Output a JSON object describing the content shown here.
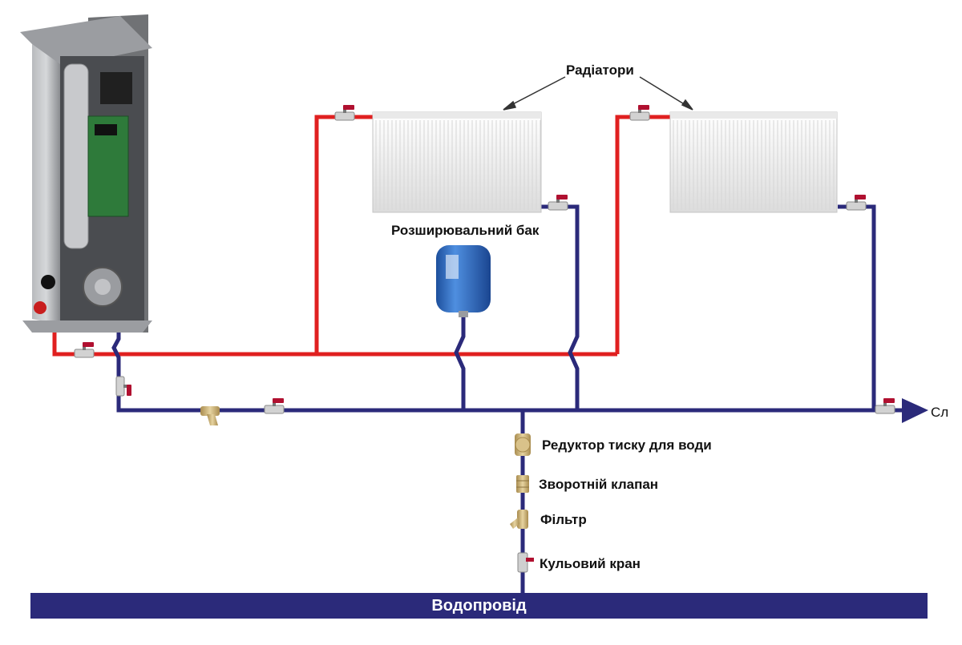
{
  "labels": {
    "radiators": "Радіатори",
    "expansion_tank": "Розширювальний бак",
    "pressure_reducer": "Редуктор тиску для води",
    "check_valve": "Зворотній клапан",
    "filter": "Фільтр",
    "ball_valve": "Кульовий кран",
    "sewer": "Сл",
    "water_supply": "Водопровід"
  },
  "colors": {
    "supply_pipe": "#e02020",
    "return_pipe": "#2b2a7a",
    "valve_handle": "#b01030",
    "brass": "#c9b07a",
    "radiator": "#f2f2f2",
    "tank": "#2e6fc4",
    "boiler_panel": "#8a8c90"
  }
}
